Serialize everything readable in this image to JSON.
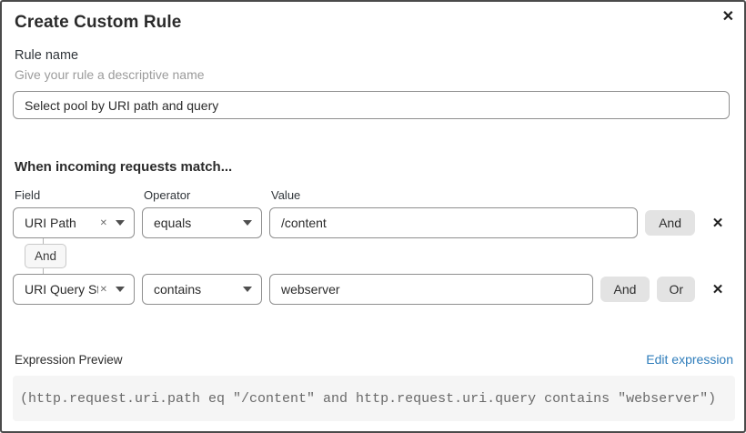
{
  "dialog": {
    "title": "Create Custom Rule"
  },
  "icons": {
    "close": "✕",
    "clear": "✕",
    "delete": "✕",
    "caret": "chevron-down"
  },
  "rule_name": {
    "label": "Rule name",
    "hint": "Give your rule a descriptive name",
    "value": "Select pool by URI path and query"
  },
  "match": {
    "heading": "When incoming requests match...",
    "columns": {
      "field": "Field",
      "operator": "Operator",
      "value": "Value"
    },
    "connector": "And",
    "rows": [
      {
        "field": "URI Path",
        "operator": "equals",
        "value": "/content",
        "and_label": "And"
      },
      {
        "field": "URI Query St...",
        "operator": "contains",
        "value": "webserver",
        "and_label": "And",
        "or_label": "Or"
      }
    ]
  },
  "expression": {
    "label": "Expression Preview",
    "edit_link": "Edit expression",
    "code": "(http.request.uri.path eq \"/content\" and http.request.uri.query contains \"webserver\")"
  },
  "colors": {
    "link_blue": "#2f7dbb",
    "button_gray": "#e3e3e3",
    "code_background": "#f5f5f5",
    "input_border": "#8f8f8f",
    "dialog_border": "#4a4a4a"
  }
}
